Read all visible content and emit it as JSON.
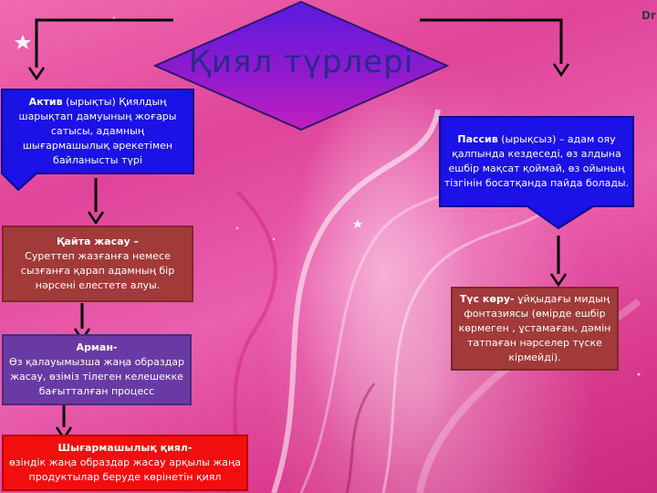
{
  "corner_tag": "Dr",
  "title": "Қиял түрлері",
  "nodes": {
    "active": {
      "bold": "Актив",
      "text": " (ырықты) Қиялдың шарықтап дамуының жоғары сатысы, адамның шығармашылық әрекетімен байланысты түрі"
    },
    "passive": {
      "bold": "Пассив",
      "text": " (ырықсыз) – адам ояу қалпында кездеседі, өз алдына ешбір мақсат қоймай, өз ойының тізгінін босатқанда пайда болады."
    },
    "recreate": {
      "bold": "Қайта жасау –",
      "text": "Суреттеп жазғанға немесе сызғанға қарап адамның бір нәрсені елестете алуы."
    },
    "dream": {
      "bold": "Арман-",
      "text": "Өз қалауымызша жаңа образдар жасау, өзіміз тілеген келешекке бағытталған процесс"
    },
    "creative": {
      "bold": "Шығармашылық қиял-",
      "text": "өзіндік жаңа образдар жасау арқылы жаңа продуктылар беруде көрінетін қиял"
    },
    "sleep_dream": {
      "bold": "Түс көру-",
      "text": " ұйқыдағы мидың фонтазиясы (өмірде ешбір көрмеген , ұстамаған, дәмін татпаған нәрселер түске кірмейді)."
    }
  },
  "colors": {
    "blue": "#1a12e6",
    "brown": "#a23a3a",
    "purple": "#6a3aa4",
    "red": "#f20e0e",
    "title_fill": "#8a1ad0"
  }
}
